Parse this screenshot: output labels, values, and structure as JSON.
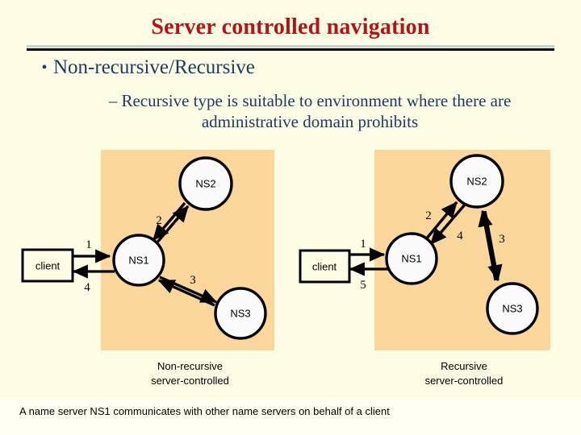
{
  "slide": {
    "title": "Server controlled navigation",
    "background_color": "#fdfde6",
    "title_color": "#b51316",
    "body_color": "#1f3864",
    "panel_color": "#fbd79b"
  },
  "bullets": {
    "level1_marker": "•",
    "level1_text": "Non-recursive/Recursive",
    "level2_marker": "–",
    "level2_text": "Recursive type is suitable to environment where there are administrative domain prohibits"
  },
  "diagrams": [
    {
      "id": "non-recursive",
      "caption_line1": "Non-recursive",
      "caption_line2": "server-controlled",
      "nodes": [
        {
          "id": "client",
          "label": "client",
          "shape": "rect"
        },
        {
          "id": "ns1",
          "label": "NS1",
          "shape": "circle"
        },
        {
          "id": "ns2",
          "label": "NS2",
          "shape": "circle"
        },
        {
          "id": "ns3",
          "label": "NS3",
          "shape": "circle"
        }
      ],
      "edges": [
        {
          "number": "1",
          "from": "client",
          "to": "ns1",
          "direction": "forward"
        },
        {
          "number": "2",
          "from": "ns1",
          "to": "ns2",
          "direction": "both"
        },
        {
          "number": "3",
          "from": "ns1",
          "to": "ns3",
          "direction": "both"
        },
        {
          "number": "4",
          "from": "ns1",
          "to": "client",
          "direction": "forward"
        }
      ]
    },
    {
      "id": "recursive",
      "caption_line1": "Recursive",
      "caption_line2": "server-controlled",
      "nodes": [
        {
          "id": "client",
          "label": "client",
          "shape": "rect"
        },
        {
          "id": "ns1",
          "label": "NS1",
          "shape": "circle"
        },
        {
          "id": "ns2",
          "label": "NS2",
          "shape": "circle"
        },
        {
          "id": "ns3",
          "label": "NS3",
          "shape": "circle"
        }
      ],
      "edges": [
        {
          "number": "1",
          "from": "client",
          "to": "ns1",
          "direction": "forward"
        },
        {
          "number": "2",
          "from": "ns1",
          "to": "ns2",
          "direction": "forward"
        },
        {
          "number": "3",
          "from": "ns2",
          "to": "ns3",
          "direction": "both"
        },
        {
          "number": "4",
          "from": "ns2",
          "to": "ns1",
          "direction": "forward"
        },
        {
          "number": "5",
          "from": "ns1",
          "to": "client",
          "direction": "forward"
        }
      ]
    }
  ],
  "footer": {
    "text": "A name server NS1 communicates with other name servers on behalf of a client"
  }
}
